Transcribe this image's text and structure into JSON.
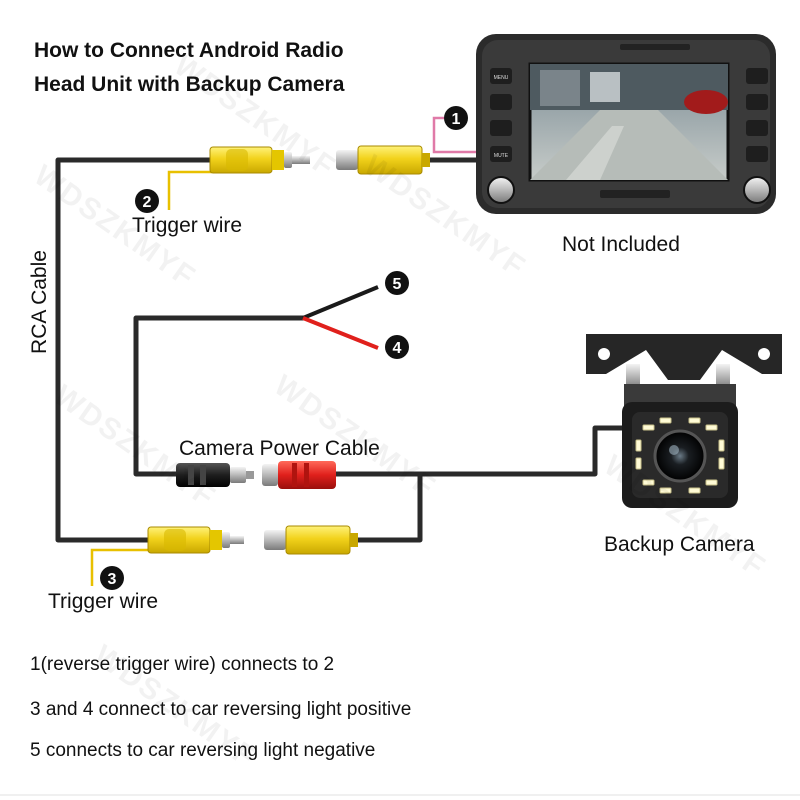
{
  "title": {
    "line1": "How to Connect Android Radio",
    "line2": "Head Unit with Backup Camera"
  },
  "labels": {
    "trigger_wire_2": "Trigger wire",
    "trigger_wire_3": "Trigger wire",
    "rca_cable": "RCA Cable",
    "camera_power_cable": "Camera Power Cable",
    "not_included": "Not Included",
    "backup_camera": "Backup Camera"
  },
  "markers": {
    "m1": "1",
    "m2": "2",
    "m3": "3",
    "m4": "4",
    "m5": "5"
  },
  "radio_buttons": {
    "menu": "MENU",
    "mute": "MUTE"
  },
  "watermark": "WDSZKMYF",
  "notes": [
    "1(reverse trigger wire) connects to 2",
    "3 and 4 connect to car reversing light positive",
    "5 connects to car reversing light negative"
  ],
  "colors": {
    "wire": "#2a2a2a",
    "rca_yellow": "#f2d21b",
    "trigger_yellow": "#e8c000",
    "power_red": "#e0201c",
    "pink_wire": "#e07aa8",
    "bezel": "#2b2b2b"
  }
}
